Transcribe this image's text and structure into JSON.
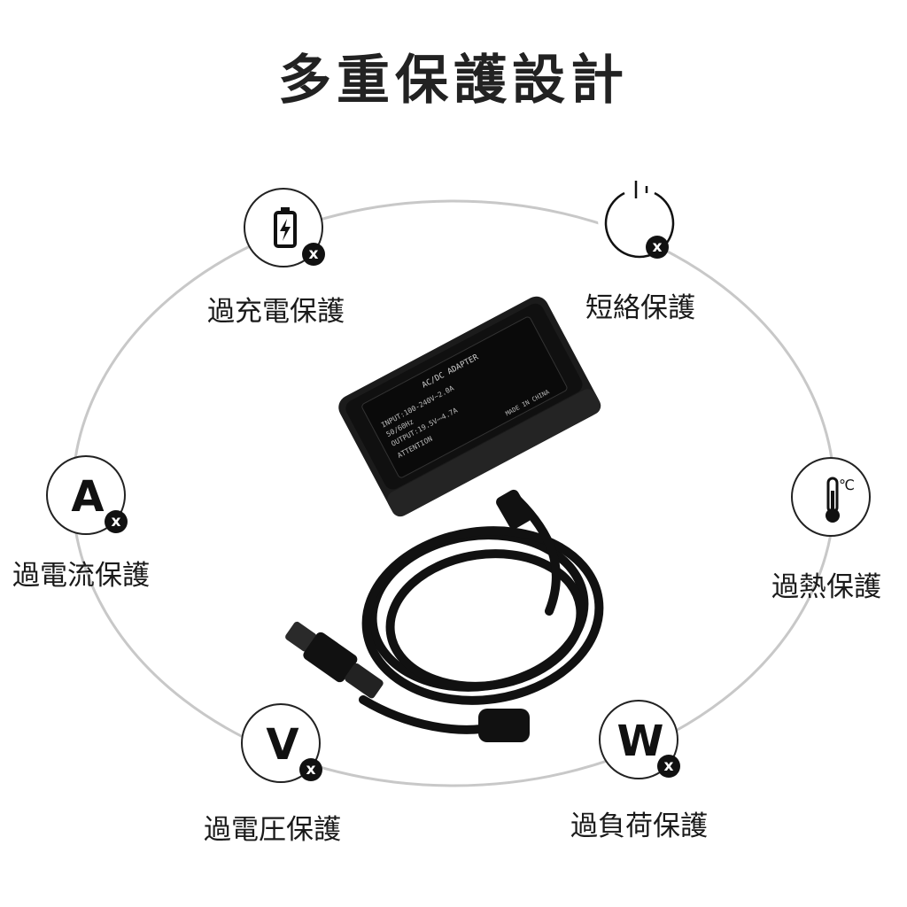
{
  "title": "多重保護設計",
  "protections": [
    {
      "label": "過充電保護",
      "icon": "battery-icon"
    },
    {
      "label": "短絡保護",
      "icon": "power-icon"
    },
    {
      "label": "過電流保護",
      "icon": "ampere-icon",
      "symbol": "A"
    },
    {
      "label": "過熱保護",
      "icon": "thermometer-icon",
      "unit": "℃"
    },
    {
      "label": "過電圧保護",
      "icon": "voltage-icon",
      "symbol": "V"
    },
    {
      "label": "過負荷保護",
      "icon": "watt-icon",
      "symbol": "W"
    }
  ],
  "badge_mark": "x",
  "adapter_label": {
    "heading": "AC/DC ADAPTER",
    "input": "INPUT:100-240V~2.0A",
    "input_freq": "50/60Hz",
    "output": "OUTPUT:19.5V⎓4.7A",
    "attention": "ATTENTION",
    "origin": "MADE IN CHINA"
  },
  "colors": {
    "accent": "#111111",
    "ring": "#bdbdbd",
    "adapter": "#1b1b1b"
  }
}
